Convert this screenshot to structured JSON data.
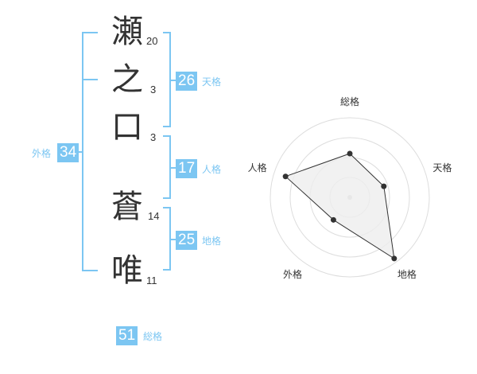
{
  "name_chars": [
    {
      "char": "瀬",
      "strokes": "20"
    },
    {
      "char": "之",
      "strokes": "3"
    },
    {
      "char": "口",
      "strokes": "3"
    },
    {
      "char": "蒼",
      "strokes": "14"
    },
    {
      "char": "唯",
      "strokes": "11"
    }
  ],
  "scores": {
    "gaikaku": {
      "label": "外格",
      "value": "34"
    },
    "tenkaku": {
      "label": "天格",
      "value": "26"
    },
    "jinkaku": {
      "label": "人格",
      "value": "17"
    },
    "chikaku": {
      "label": "地格",
      "value": "25"
    },
    "soukaku": {
      "label": "総格",
      "value": "51"
    }
  },
  "colors": {
    "accent": "#7cc6f2",
    "text": "#333333",
    "grid": "#dddddd",
    "polygon_fill": "#eeeeee"
  },
  "chart_data": {
    "type": "radar",
    "axes": [
      "総格",
      "天格",
      "地格",
      "外格",
      "人格"
    ],
    "values": [
      0.55,
      0.45,
      0.95,
      0.35,
      0.85
    ],
    "rings": 4
  }
}
